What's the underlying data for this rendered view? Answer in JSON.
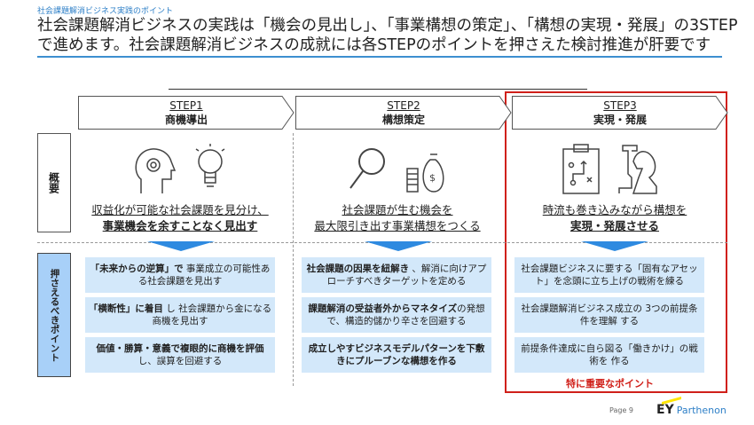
{
  "header": {
    "subtitle": "社会課題解消ビジネス実践のポイント",
    "title_line1": "社会課題解消ビジネスの実践は「機会の見出し」、「事業構想の策定」、「構想の実現・発展」の3STEP",
    "title_line2": "で進めます。社会課題解消ビジネスの成就には各STEPのポイントを押さえた検討推進が肝要です"
  },
  "row_labels": {
    "summary": "概要",
    "points": "押さえるべきポイント"
  },
  "steps": [
    {
      "num": "STEP1",
      "label": "商機導出",
      "summary1": "収益化が可能な社会課題を見分け、",
      "summary2": "事業機会を余すことなく見出す",
      "points": [
        {
          "b": "「未来からの逆算」で",
          "t": " 事業成立の可能性ある社会課題を見出す"
        },
        {
          "b": "「横断性」に着目",
          "t": " し 社会課題から金になる 商機を見出す"
        },
        {
          "b": "価値・勝算・意義で複眼的に商機を評価",
          "t": " し、誤算を回避する"
        }
      ]
    },
    {
      "num": "STEP2",
      "label": "構想策定",
      "summary1": "社会課題が生む機会を",
      "summary2": "最大限引き出す事業構想をつくる",
      "points": [
        {
          "b": "社会課題の因果を紐解き",
          "t": " 、解消に向けアプローチすべきターゲットを定める"
        },
        {
          "b": "課題解消の受益者外からマネタイズ",
          "t": "の発想で、構造的儲かり辛さを回避する"
        },
        {
          "b": "成立しやすビジネスモデルパターンを下敷きにプルーブンな構想を作る",
          "t": ""
        }
      ]
    },
    {
      "num": "STEP3",
      "label": "実現・発展",
      "summary1": "時流も巻き込みながら構想を",
      "summary2": "実現・発展させる",
      "points": [
        {
          "b": "",
          "t": "社会課題ビジネスに要する「固有なアセット」を念頭に立ち上げの戦術を練る"
        },
        {
          "b": "",
          "t": "社会課題解消ビジネス成立の 3つの前提条件を理解 する"
        },
        {
          "b": "",
          "t": "前提条件達成に自ら図る「働きかけ」の戦術を 作る"
        }
      ]
    }
  ],
  "important_note": "特に重要なポイント",
  "footer": {
    "page": "Page 9",
    "logo_ey": "EY",
    "logo_parthenon": "Parthenon"
  },
  "colors": {
    "accent": "#2e8ae0",
    "highlight": "#d0201a",
    "point_bg": "#d3e8fa"
  }
}
